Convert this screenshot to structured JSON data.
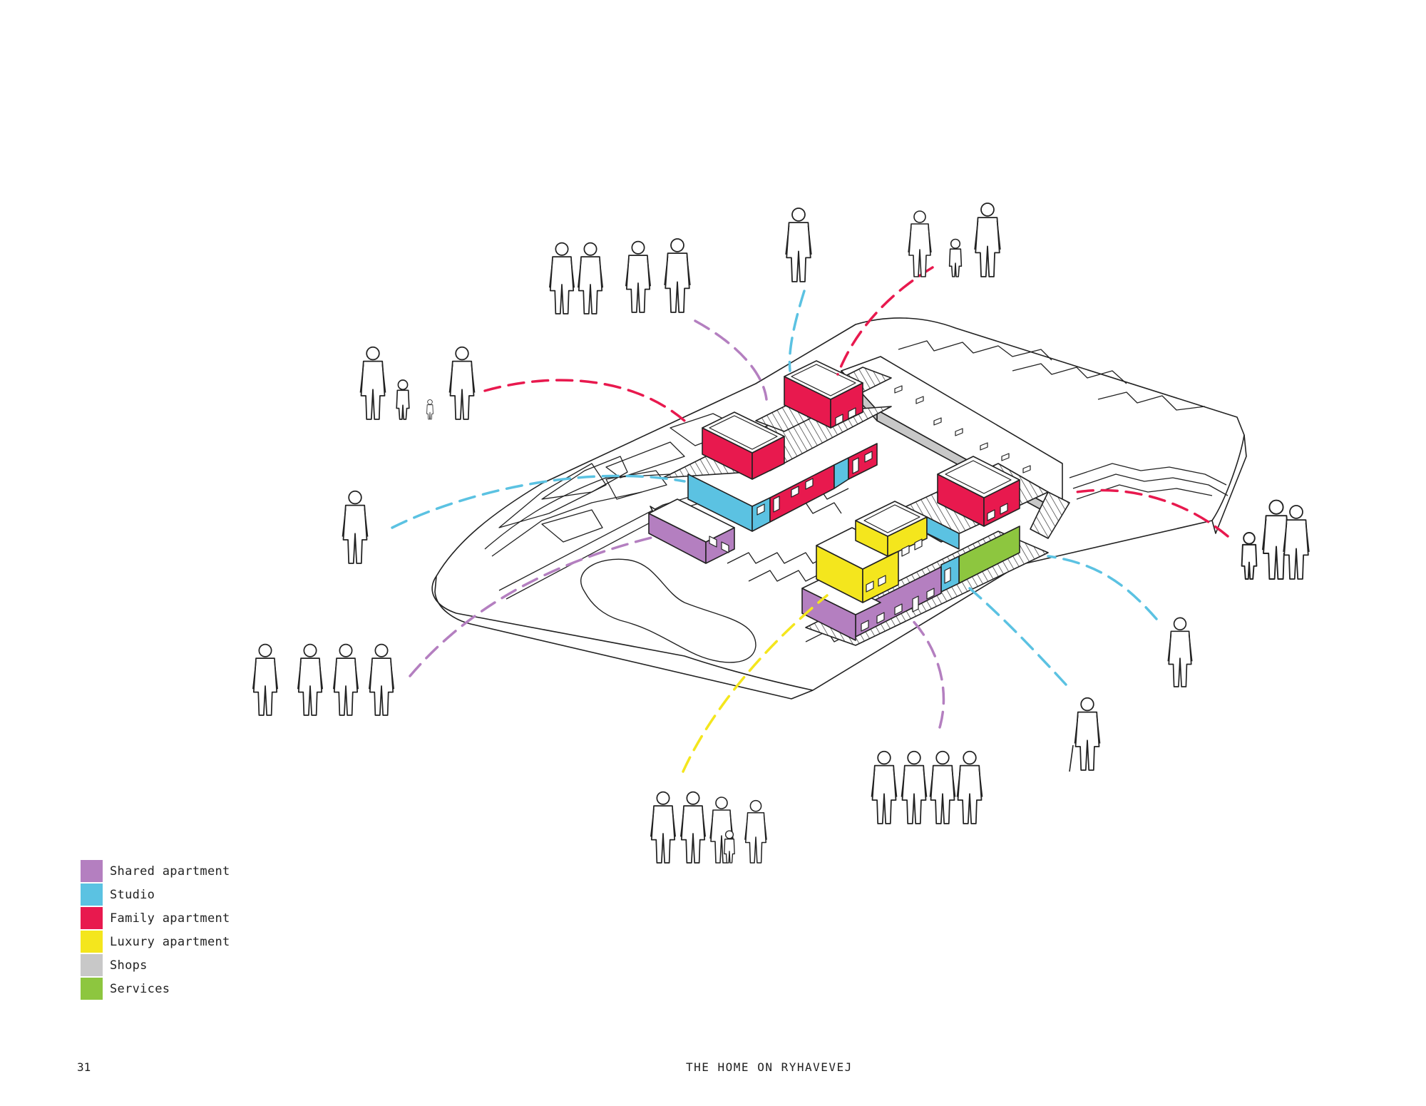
{
  "legend": {
    "items": [
      {
        "label": "Shared apartment",
        "color": "#b47fc0"
      },
      {
        "label": "Studio",
        "color": "#5bc2e2"
      },
      {
        "label": "Family apartment",
        "color": "#e8194e"
      },
      {
        "label": "Luxury apartment",
        "color": "#f4e61d"
      },
      {
        "label": "Shops",
        "color": "#c8c8c8"
      },
      {
        "label": "Services",
        "color": "#8dc63f"
      }
    ]
  },
  "footer": {
    "page_number": "31",
    "title": "THE HOME ON RYHAVEVEJ"
  },
  "colors": {
    "line": "#222222",
    "background": "#ffffff"
  },
  "figure_groups": [
    {
      "id": "group-top-left",
      "people": 4,
      "link_color": "#b47fc0"
    },
    {
      "id": "group-top-single",
      "people": 1,
      "link_color": "#5bc2e2"
    },
    {
      "id": "group-top-family",
      "people": 3,
      "link_color": "#e8194e"
    },
    {
      "id": "group-left-family",
      "people": 4,
      "link_color": "#e8194e"
    },
    {
      "id": "group-left-single",
      "people": 1,
      "link_color": "#5bc2e2"
    },
    {
      "id": "group-left-four-men",
      "people": 4,
      "link_color": "#b47fc0"
    },
    {
      "id": "group-bottom-family",
      "people": 5,
      "link_color": "#f4e61d"
    },
    {
      "id": "group-bottom-four-women",
      "people": 4,
      "link_color": "#b47fc0"
    },
    {
      "id": "group-right-elderly",
      "people": 1,
      "link_color": "#5bc2e2"
    },
    {
      "id": "group-right-woman",
      "people": 1,
      "link_color": "#5bc2e2"
    },
    {
      "id": "group-right-family",
      "people": 3,
      "link_color": "#e8194e"
    }
  ]
}
